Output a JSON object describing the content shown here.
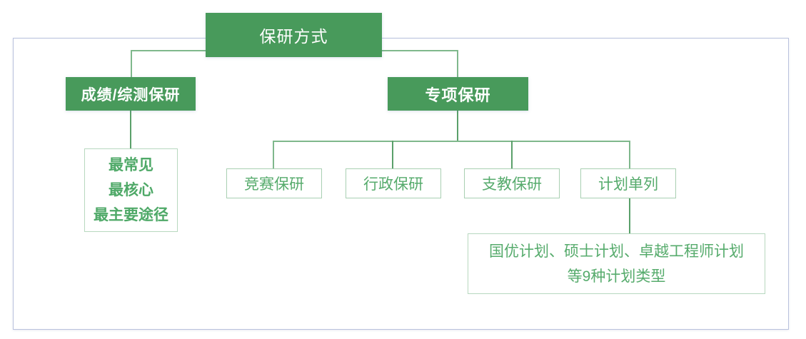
{
  "diagram": {
    "title_node": {
      "label": "保研方式"
    },
    "branches": [
      {
        "label": "成绩/综测保研"
      },
      {
        "label": "专项保研"
      }
    ],
    "highlight_box": {
      "lines": [
        "最常见",
        "最核心",
        "最主要途径"
      ]
    },
    "special_children": [
      {
        "label": "竞赛保研"
      },
      {
        "label": "行政保研"
      },
      {
        "label": "支教保研"
      },
      {
        "label": "计划单列"
      }
    ],
    "plans_box": {
      "lines": [
        "国优计划、硕士计划、卓越工程师计划",
        "等9种计划类型"
      ]
    },
    "colors": {
      "node_fill": "#489a5b",
      "node_text": "#ffffff",
      "outline_border": "#a9cfb2",
      "outline_text": "#56ab6c",
      "highlight_text": "#4fa968",
      "connector": "#5aa06a",
      "frame_border": "#b9c2dd",
      "background": "#ffffff"
    }
  }
}
